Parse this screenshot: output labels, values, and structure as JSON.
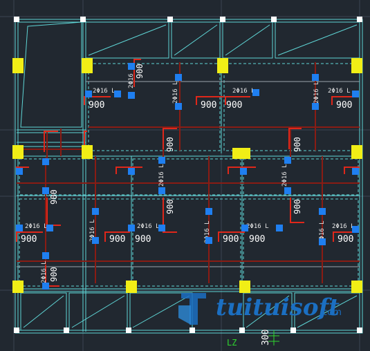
{
  "drawing": {
    "span_label": "900",
    "beam_tag": "2Φ16 L",
    "dimension_text": "300",
    "axis_label": "LZ"
  },
  "watermark": {
    "text": "tuituisoft",
    "suffix": ".com"
  },
  "colors": {
    "background": "#212830",
    "grid_lines": "#3b4552",
    "outline": "#5fd6d6",
    "rebar": "#8a1c14",
    "hook": "#e0271a",
    "anchor": "#1f7ff0",
    "column": "#f1ee16",
    "node": "#ffffff",
    "dimension": "#2fd72f",
    "watermark": "#1b6fc2"
  },
  "icons": {
    "watermark_logo": "tuituisoft-logo-icon",
    "cursor": "crosshair-icon"
  }
}
